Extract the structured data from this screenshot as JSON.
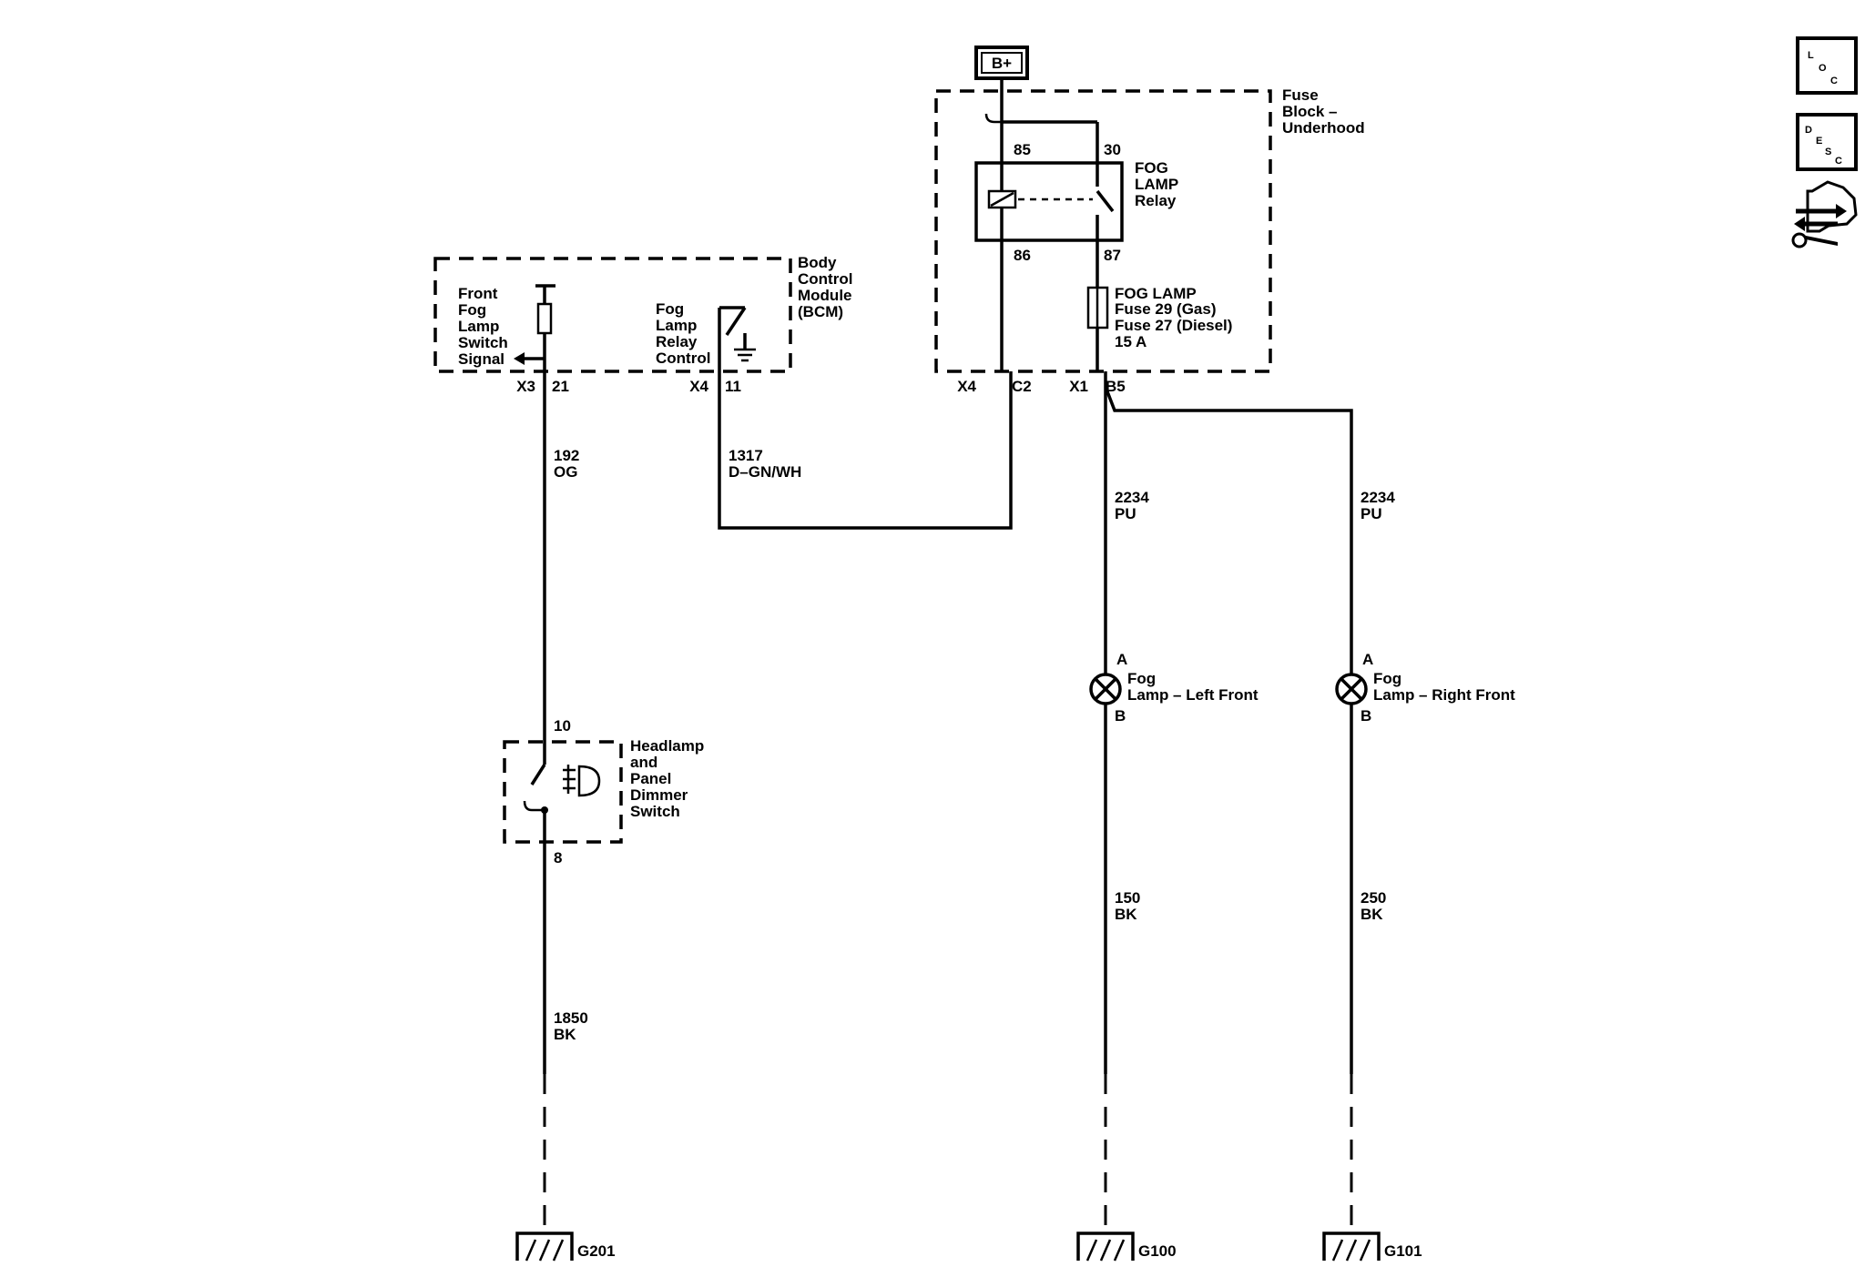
{
  "power": {
    "label": "B+"
  },
  "fuse_block": {
    "name": [
      "Fuse",
      "Block –",
      "Underhood"
    ],
    "relay": {
      "name": [
        "FOG",
        "LAMP",
        "Relay"
      ],
      "pins": {
        "p85": "85",
        "p30": "30",
        "p86": "86",
        "p87": "87"
      }
    },
    "fuse": [
      "FOG LAMP",
      "Fuse 29 (Gas)",
      "Fuse 27 (Diesel)",
      "15 A"
    ],
    "conn_left": {
      "connector": "X4",
      "pin": "C2"
    },
    "conn_right": {
      "connector": "X1",
      "pin": "B5"
    }
  },
  "bcm": {
    "name": [
      "Body",
      "Control",
      "Module",
      "(BCM)"
    ],
    "switch_signal": [
      "Front",
      "Fog",
      "Lamp",
      "Switch",
      "Signal"
    ],
    "relay_control": [
      "Fog",
      "Lamp",
      "Relay",
      "Control"
    ],
    "conn_left": {
      "connector": "X3",
      "pin": "21"
    },
    "conn_right": {
      "connector": "X4",
      "pin": "11"
    }
  },
  "dimmer_switch": {
    "name": [
      "Headlamp",
      "and",
      "Panel",
      "Dimmer",
      "Switch"
    ],
    "pin_top": "10",
    "pin_bottom": "8"
  },
  "wires": {
    "w192": {
      "circuit": "192",
      "color": "OG"
    },
    "w1317": {
      "circuit": "1317",
      "color": "D–GN/WH"
    },
    "w2234_left": {
      "circuit": "2234",
      "color": "PU"
    },
    "w2234_right": {
      "circuit": "2234",
      "color": "PU"
    },
    "w1850": {
      "circuit": "1850",
      "color": "BK"
    },
    "w150": {
      "circuit": "150",
      "color": "BK"
    },
    "w250": {
      "circuit": "250",
      "color": "BK"
    }
  },
  "lamps": {
    "left": {
      "pin_a": "A",
      "pin_b": "B",
      "name": [
        "Fog",
        "Lamp – Left Front"
      ]
    },
    "right": {
      "pin_a": "A",
      "pin_b": "B",
      "name": [
        "Fog",
        "Lamp – Right Front"
      ]
    }
  },
  "grounds": {
    "g201": "G201",
    "g100": "G100",
    "g101": "G101"
  },
  "nav_icons": {
    "loc": {
      "big": "L",
      "mid": "O",
      "small": "C"
    },
    "desc": {
      "big": "D",
      "mid": "E",
      "small1": "S",
      "small2": "C"
    }
  }
}
